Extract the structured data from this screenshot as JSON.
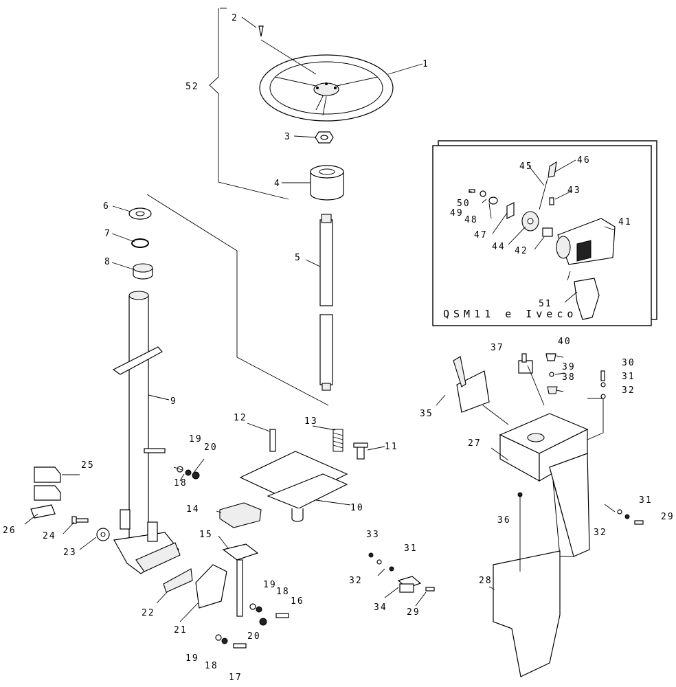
{
  "inset_title": "QSM11 e Iveco",
  "labels": [
    "1",
    "2",
    "3",
    "4",
    "5",
    "6",
    "7",
    "8",
    "9",
    "10",
    "11",
    "12",
    "13",
    "14",
    "15",
    "16",
    "17",
    "18",
    "19",
    "20",
    "21",
    "22",
    "23",
    "24",
    "25",
    "26",
    "27",
    "28",
    "29",
    "30",
    "31",
    "32",
    "33",
    "34",
    "35",
    "36",
    "37",
    "38",
    "39",
    "40",
    "41",
    "42",
    "43",
    "44",
    "45",
    "46",
    "47",
    "48",
    "49",
    "50",
    "51",
    "52"
  ],
  "extra": {
    "l18b": "18",
    "l19b": "19",
    "l19c": "19",
    "l20b": "20",
    "l29b": "29",
    "l31b": "31",
    "l32b": "32",
    "l32c": "32",
    "l31c": "31"
  }
}
